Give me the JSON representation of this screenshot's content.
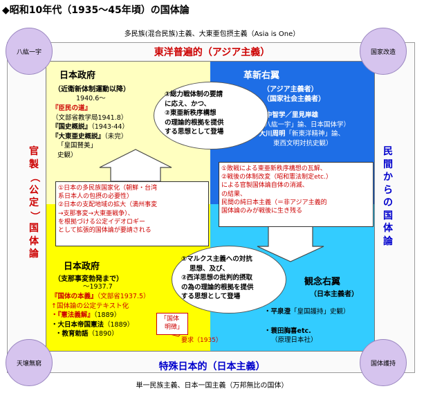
{
  "title": "◆昭和10年代（1935～45年頃）の国体論",
  "captions": {
    "top": "多民族(混合民族)主義、大東亜包摂主義（Asia is One）",
    "bottom": "単一民族主義、日本一国主義（万邦無比の国体）"
  },
  "axes": {
    "top": "東洋普遍的（アジア主義）",
    "bottom": "特殊日本的（日本主義）",
    "left": [
      "官",
      "製",
      "（",
      "公",
      "定",
      "）",
      "国",
      "体",
      "論"
    ],
    "right": [
      "民",
      "間",
      "か",
      "ら",
      "の",
      "国",
      "体",
      "論"
    ]
  },
  "corners": {
    "top_left": "八紘一宇",
    "top_right": "国家改造",
    "bottom_left": "天壌無窮",
    "bottom_right": "国体護持"
  },
  "quadrants": {
    "top_left": {
      "heading": "日本政府",
      "sub": "（近衛新体制運動以降）",
      "date": "1940.6～",
      "items": [
        "『臣民の道』",
        "（文部省教学局1941.8）",
        "『国史概説』",
        "（1943-44）",
        "『大東亜史概説』",
        "（未完）",
        "「皇国賛美」",
        "史観）"
      ]
    },
    "top_right": {
      "heading": "革新右翼",
      "sub1": "（アジア主義者）",
      "sub2": "（国家社会主義者）",
      "items": [
        "・田中智学／里見岸雄",
        "「八紘一宇」論、日本国体学）",
        "・大川周明",
        "「新東洋精神」論、",
        "東西文明対抗史観）"
      ]
    },
    "bottom_left": {
      "heading": "日本政府",
      "sub": "（支那事変勃発まで）",
      "date": "～1937.7",
      "items": [
        "『国体の本義』",
        "（文部省1937.5）",
        "↑国体論の公定テキスト化",
        "・『憲法義解』",
        "（1889）",
        "・大日本帝国憲法",
        "（1889）",
        "・教育勅語",
        "（1890）"
      ]
    },
    "bottom_right": {
      "heading": "観念右翼",
      "sub": "（日本主義者）",
      "items": [
        "・平泉澄",
        "「皇国護持」史観）",
        "・蓑田胸喜etc.",
        "（原理日本社）"
      ]
    }
  },
  "ellipses": {
    "top": [
      "①総力戦体制の要請",
      "に応え、かつ、",
      "②東亜新秩序構想",
      "の理論的根拠を提供",
      "する思想として登場"
    ],
    "bottom": [
      "①マルクス主義への対抗",
      "思想、及び、",
      "②西洋思想の批判的摂取",
      "の為の理論的根拠を提供",
      "する思想として登場"
    ]
  },
  "boxes": {
    "left": [
      "①日本の多民族国家化（朝鮮・台湾",
      "系日本人の包摂の必要性）",
      "②日本の支配地域の拡大（満州事変",
      "→支那事変→大東亜戦争）、",
      "を根拠づける公定イデオロギー",
      "として拡張的国体論が要請される"
    ],
    "right": [
      "①敗戦による東亜新秩序構想の瓦解、",
      "②戦後の体制改変（昭和憲法制定etc.）",
      "による官製国体論自体の消滅、",
      "の結果、",
      "民間の純日本主義（＝非アジア主義的",
      "国体論のみが戦後に生き残る"
    ]
  },
  "callout": {
    "box": [
      "「国体",
      "明徴」"
    ],
    "label": "要求（1935）"
  },
  "colors": {
    "top_left": "#ffffc0",
    "top_right": "#1e6ee6",
    "bottom_left": "#ffff00",
    "bottom_right": "#33ccff",
    "accent_red": "#cc0000",
    "accent_blue": "#0000cc",
    "corner_circle": "#d6c4ee"
  }
}
